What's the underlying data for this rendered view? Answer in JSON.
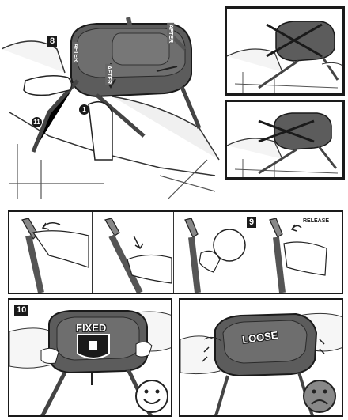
{
  "steps": {
    "s8": "8",
    "s9": "9",
    "s10": "10"
  },
  "markers": {
    "m1": "1",
    "m11": "11"
  },
  "tags": {
    "left": "AFTER",
    "top": "",
    "right": "AFTER",
    "front": "AFTER"
  },
  "labels": {
    "release": "RELEASE",
    "fixed": "FIXED",
    "loose": "LOOSE"
  },
  "faces": {
    "good": "smiley-face",
    "bad": "sad-face"
  }
}
